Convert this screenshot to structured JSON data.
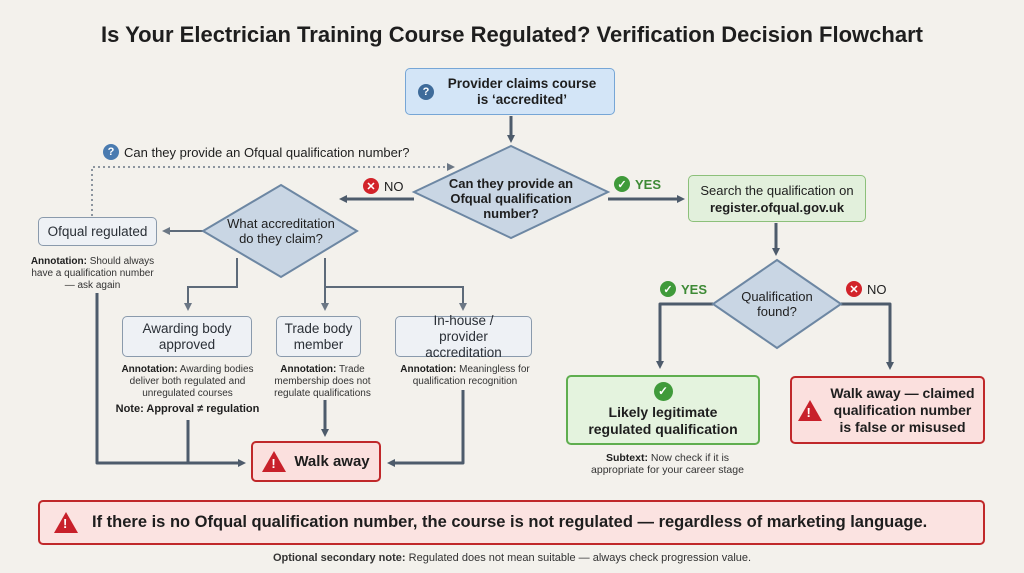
{
  "title": "Is Your Electrician Training Course Regulated? Verification Decision Flowchart",
  "colors": {
    "blue_fill": "#d3e5f7",
    "green_fill": "#e2f0dc",
    "red": "#c0282a",
    "green": "#5fae4f",
    "connector": "#4d5b6b",
    "diamond_fill": "#c9d6e4"
  },
  "start": {
    "icon": "question-icon",
    "text": "Provider claims course is ‘accredited’"
  },
  "q1": {
    "text": "Can they provide an Ofqual qualification number?",
    "no": "NO",
    "yes": "YES"
  },
  "loop_label": "Can they provide an Ofqual qualification number?",
  "search": {
    "line1": "Search the qualification on",
    "line2": "register.ofqual.gov.uk"
  },
  "q2": {
    "text": "Qualification found?",
    "yes": "YES",
    "no": "NO"
  },
  "legit": {
    "icon": "check-circle-icon",
    "text": "Likely legitimate regulated qualification",
    "subtext_label": "Subtext:",
    "subtext": "Now check if it is appropriate for your career stage"
  },
  "false_number": {
    "icon": "warning-icon",
    "text": "Walk away — claimed qualification number is false or misused"
  },
  "q3": {
    "text": "What accreditation do they claim?"
  },
  "options": [
    {
      "label": "Ofqual regulated",
      "ann_label": "Annotation:",
      "ann": "Should always have a qualification number — ask again"
    },
    {
      "label": "Awarding body approved",
      "ann_label": "Annotation:",
      "ann": "Awarding bodies deliver both regulated and unregulated courses",
      "note": "Note: Approval ≠ regulation"
    },
    {
      "label": "Trade body member",
      "ann_label": "Annotation:",
      "ann": "Trade membership does not regulate qualifications"
    },
    {
      "label": "In-house / provider accreditation",
      "ann_label": "Annotation:",
      "ann": "Meaningless for qualification recognition"
    }
  ],
  "walk_away": "Walk away",
  "banner": "If there is no Ofqual qualification number, the course is not regulated — regardless of marketing language.",
  "footer": {
    "label": "Optional secondary note:",
    "text": "Regulated does not mean suitable — always check progression value."
  }
}
